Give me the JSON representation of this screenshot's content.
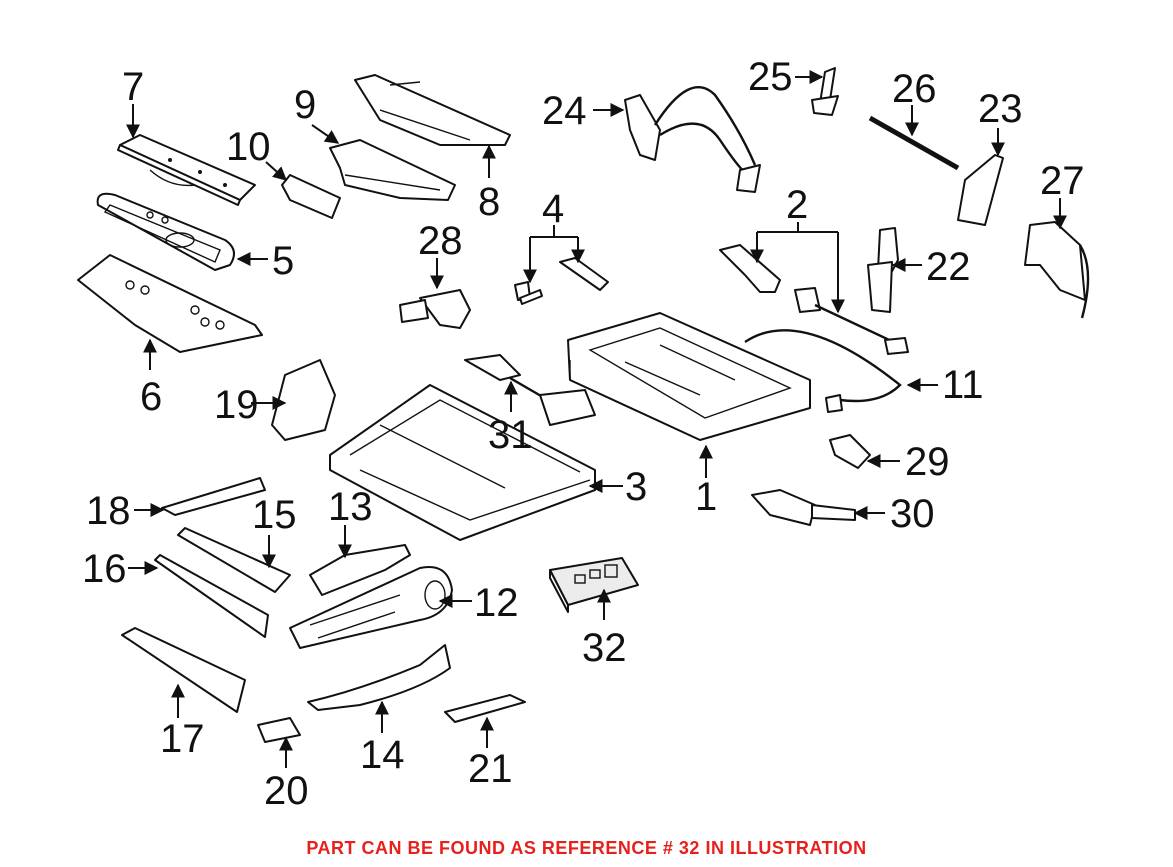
{
  "diagram": {
    "callouts": {
      "c1": "1",
      "c2": "2",
      "c3": "3",
      "c4": "4",
      "c5": "5",
      "c6": "6",
      "c7": "7",
      "c8": "8",
      "c9": "9",
      "c10": "10",
      "c11": "11",
      "c12": "12",
      "c13": "13",
      "c14": "14",
      "c15": "15",
      "c16": "16",
      "c17": "17",
      "c18": "18",
      "c19": "19",
      "c20": "20",
      "c21": "21",
      "c22": "22",
      "c23": "23",
      "c24": "24",
      "c25": "25",
      "c26": "26",
      "c27": "27",
      "c28": "28",
      "c29": "29",
      "c30": "30",
      "c31": "31",
      "c32": "32"
    },
    "caption": "PART CAN BE FOUND AS REFERENCE # 32 IN ILLUSTRATION",
    "caption_color": "#e8201c"
  }
}
